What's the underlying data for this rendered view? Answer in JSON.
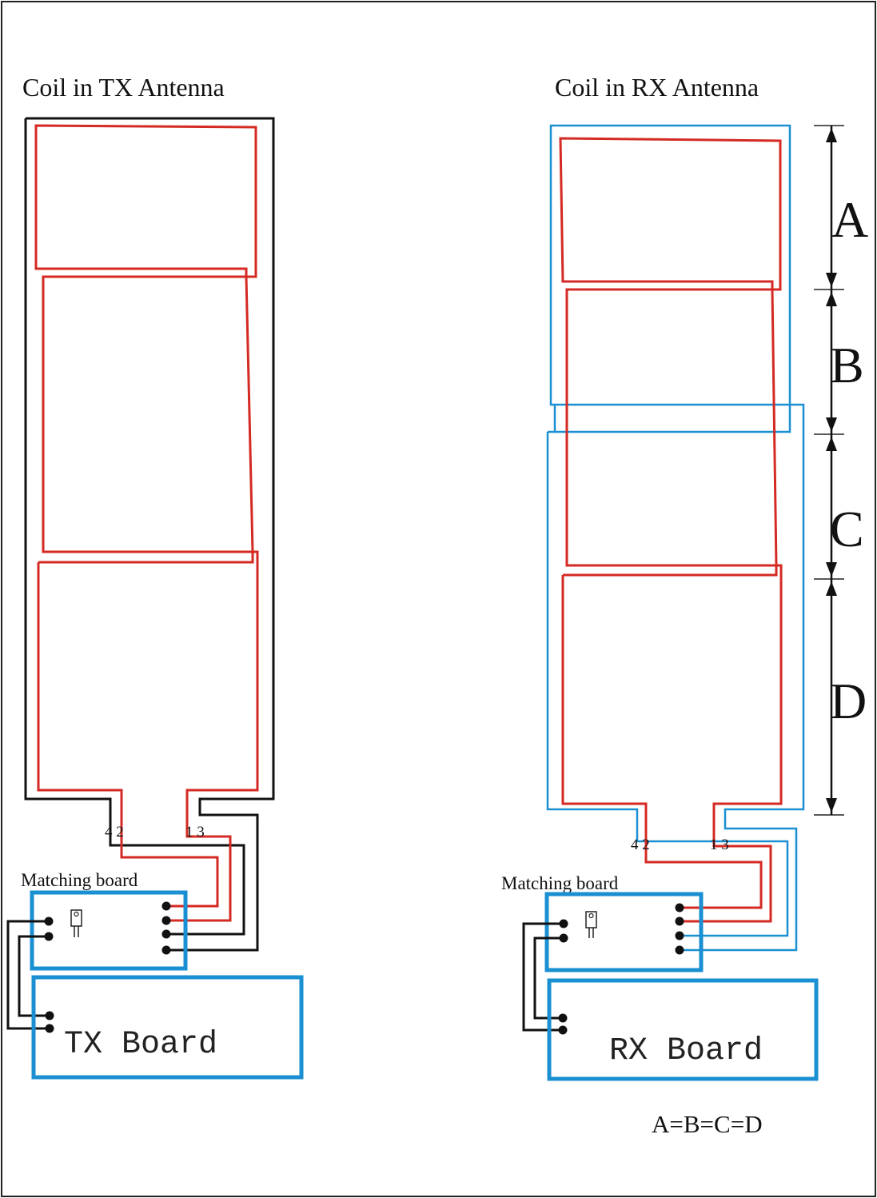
{
  "tx": {
    "title": "Coil in  TX Antenna",
    "pin_left": "4 2",
    "pin_right": "1 3",
    "matching_label": "Matching board",
    "board_label": "TX Board"
  },
  "rx": {
    "title": "Coil in RX Antenna",
    "pin_left": "4 2",
    "pin_right": "1 3",
    "matching_label": "Matching board",
    "board_label": "RX Board"
  },
  "segments": {
    "a": "A",
    "b": "B",
    "c": "C",
    "d": "D"
  },
  "equation": "A=B=C=D",
  "colors": {
    "coil_wire": "#d42a23",
    "shield_tx": "#111111",
    "shield_rx": "#1a8fd1",
    "board_outline": "#1a8fd1"
  }
}
